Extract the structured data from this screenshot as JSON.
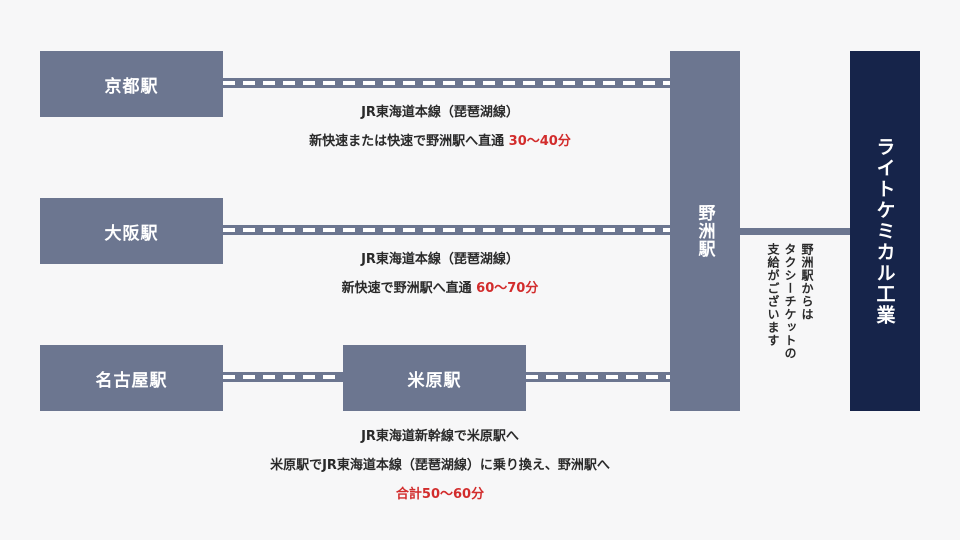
{
  "stations": {
    "kyoto": "京都駅",
    "osaka": "大阪駅",
    "nagoya": "名古屋駅",
    "maibara": "米原駅",
    "yasu": "野洲駅"
  },
  "company": "ライトケミカル工業",
  "routes": {
    "kyoto": {
      "line1": "JR東海道本線（琵琶湖線）",
      "line2_prefix": "新快速または快速で野洲駅へ直通 ",
      "time": "30〜40分"
    },
    "osaka": {
      "line1": "JR東海道本線（琵琶湖線）",
      "line2_prefix": "新快速で野洲駅へ直通 ",
      "time": "60〜70分"
    },
    "nagoya": {
      "line1": "JR東海道新幹線で米原駅へ",
      "line2": "米原駅でJR東海道本線（琵琶湖線）に乗り換え、野洲駅へ",
      "time": "合計50〜60分"
    }
  },
  "taxi_note": {
    "col1": "野洲駅からは",
    "col2": "タクシーチケットの",
    "col3": "支給がございます"
  },
  "colors": {
    "station": "#6c7690",
    "company": "#16244a",
    "highlight": "#d22c2c"
  }
}
